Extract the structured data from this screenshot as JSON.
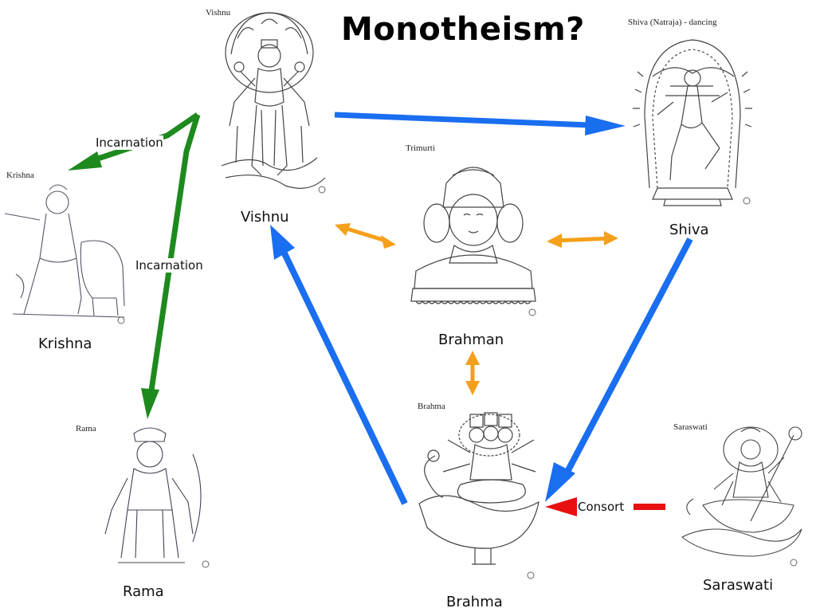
{
  "title": "Monotheism?",
  "deities": {
    "vishnu": {
      "caption": "Vishnu",
      "name": "Vishnu"
    },
    "shiva": {
      "caption": "Shiva (Natraja) - dancing",
      "name": "Shiva"
    },
    "trimurti": {
      "caption": "Trimurti",
      "name": "Brahman"
    },
    "krishna": {
      "caption": "Krishna",
      "name": "Krishna"
    },
    "rama": {
      "caption": "Rama",
      "name": "Rama"
    },
    "brahma": {
      "caption": "Brahma",
      "name": "Brahma"
    },
    "saraswati": {
      "caption": "Saraswati",
      "name": "Saraswati"
    }
  },
  "relations": {
    "incarnation_krishna": "Incarnation",
    "incarnation_rama": "Incarnation",
    "consort": "Consort"
  },
  "colors": {
    "blue": "#1a6ef0",
    "green": "#1e8a1e",
    "orange": "#f5a01a",
    "red": "#e81010",
    "line_art": "#444444"
  }
}
